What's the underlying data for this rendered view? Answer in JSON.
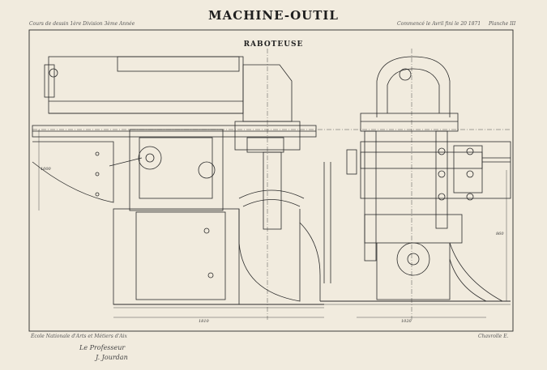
{
  "header": {
    "left_note": "Cours de dessin 1ère Division 3ème Année",
    "title": "MACHINE-OUTIL",
    "right_note": "Commencé le Avril fini le 20 1871",
    "plate": "Planche III"
  },
  "subtitle": "RABOTEUSE",
  "footer": {
    "school": "École Nationale d'Arts et Métiers d'Aix",
    "student": "Chavrolle E.",
    "professor_label": "Le Professeur",
    "professor_signature": "J. Jourdan"
  },
  "dimensions": {
    "front_width": "1810",
    "side_width": "1020",
    "front_height": "1000",
    "side_height": "860"
  },
  "colors": {
    "paper": "#f1ebde",
    "ink": "#2a2a2a"
  }
}
